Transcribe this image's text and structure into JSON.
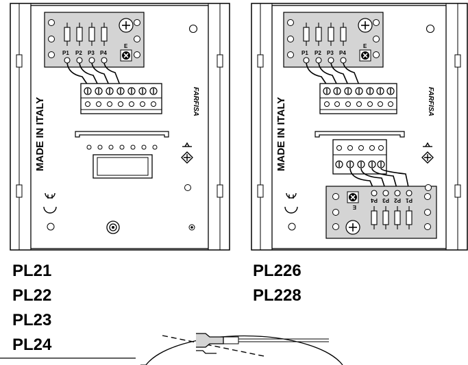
{
  "left_panel": {
    "made_in": "MADE IN ITALY",
    "brand": "FARFISA",
    "earth_label": "E",
    "terminals": [
      "P1",
      "P2",
      "P3",
      "P4"
    ]
  },
  "right_panel": {
    "made_in": "MADE IN ITALY",
    "brand": "FARFISA",
    "earth_label": "E",
    "terminals": [
      "P1",
      "P2",
      "P3",
      "P4"
    ],
    "bottom_earth_label": "E",
    "bottom_terminals": [
      "P4",
      "P3",
      "P2",
      "P1"
    ]
  },
  "models_left": [
    "PL21",
    "PL22",
    "PL23",
    "PL24"
  ],
  "models_right": [
    "PL226",
    "PL228"
  ]
}
